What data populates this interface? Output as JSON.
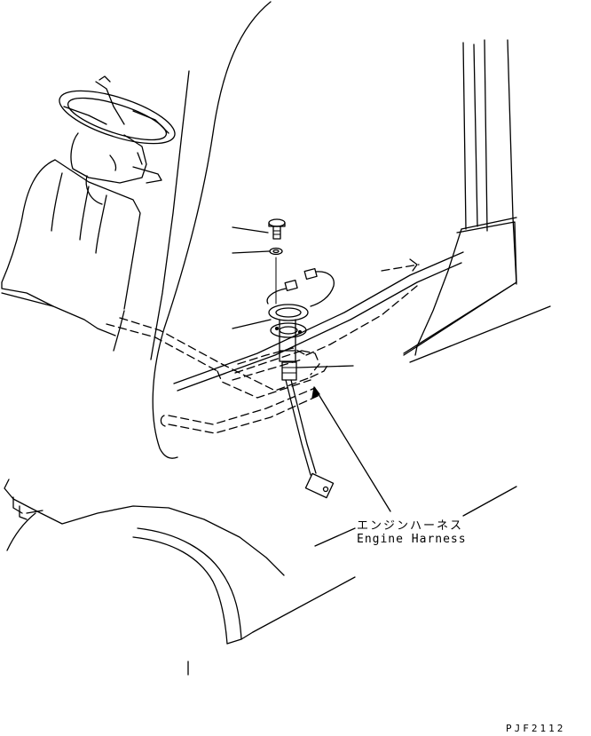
{
  "callout": {
    "label_jp": "エンジンハーネス",
    "label_en": "Engine Harness"
  },
  "drawing_code": "PJF2112",
  "ink_color": "#000000",
  "paper_color": "#ffffff"
}
